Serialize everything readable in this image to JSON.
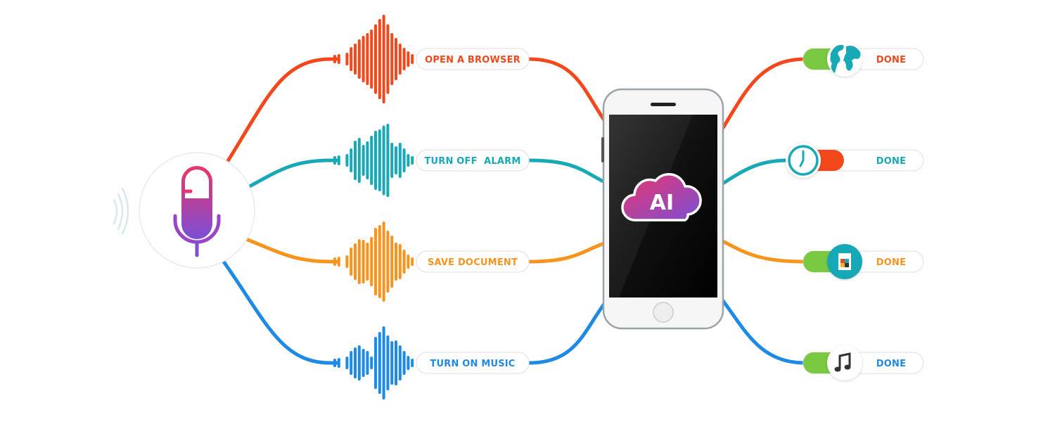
{
  "colors": {
    "red": "#f2481b",
    "teal": "#17a9b5",
    "orange": "#f7941d",
    "blue": "#1e8ae8",
    "green": "#7ac943",
    "mic_top": "#e8366b",
    "mic_bottom": "#7b4fd6"
  },
  "microphone": {
    "icon": "microphone-icon",
    "signal_icon": "sound-waves-icon"
  },
  "commands": [
    {
      "label": "OPEN A BROWSER",
      "color": "red"
    },
    {
      "label": "TURN OFF  ALARM",
      "color": "teal"
    },
    {
      "label": "SAVE DOCUMENT",
      "color": "orange"
    },
    {
      "label": "TURN ON MUSIC",
      "color": "blue"
    }
  ],
  "phone": {
    "screen_badge": "AI",
    "badge_icon": "cloud-icon"
  },
  "results": [
    {
      "status": "DONE",
      "icon": "globe-icon",
      "toggle": "on"
    },
    {
      "status": "DONE",
      "icon": "clock-icon",
      "toggle": "off"
    },
    {
      "status": "DONE",
      "icon": "document-icon",
      "toggle": "on"
    },
    {
      "status": "DONE",
      "icon": "music-note-icon",
      "toggle": "on"
    }
  ]
}
